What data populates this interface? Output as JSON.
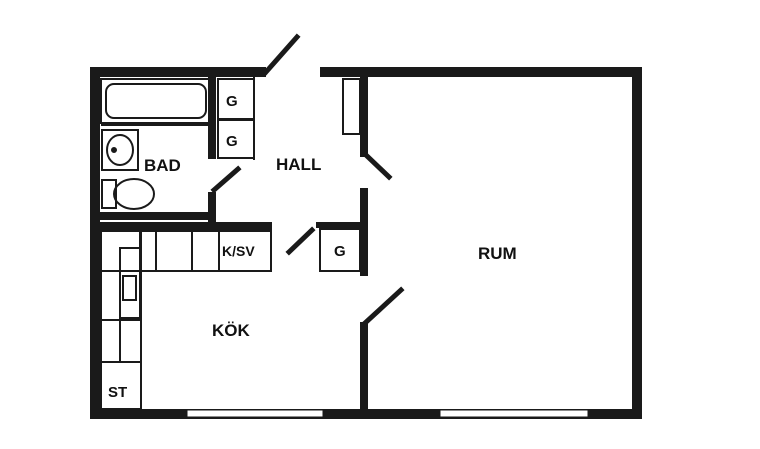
{
  "colors": {
    "wall": "#1a1a1a",
    "fixture": "#1a1a1a",
    "background": "#ffffff",
    "window": "#ffffff"
  },
  "rooms": {
    "bad": "BAD",
    "hall": "HALL",
    "rum": "RUM",
    "kok": "KÖK"
  },
  "closets": {
    "g1": "G",
    "g2": "G",
    "g3": "G",
    "ksv": "K/SV",
    "st": "ST"
  }
}
